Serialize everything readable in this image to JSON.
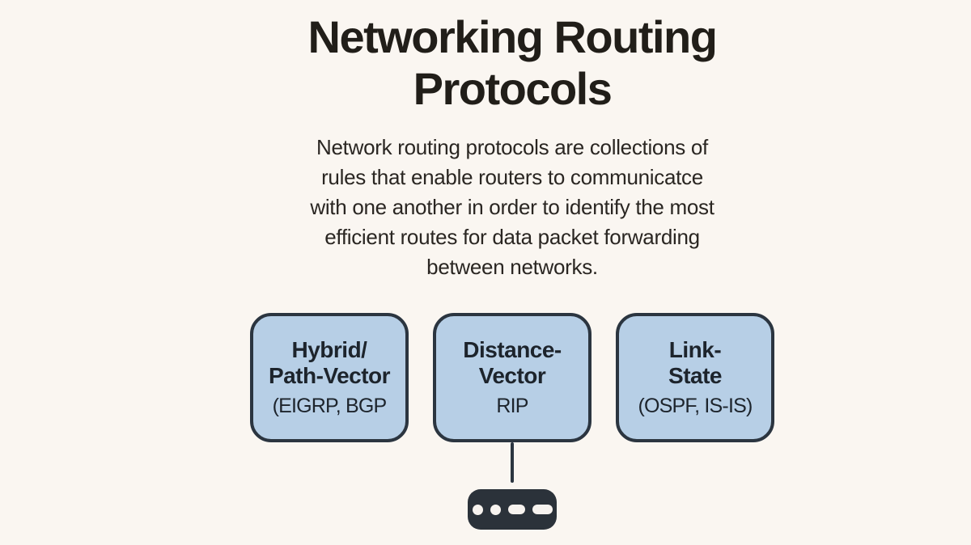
{
  "page": {
    "title": "Networking Routing\nProtocols",
    "description": "Network routing protocols are collections of\nrules that enable routers to communicatce\nwith one another in order to identify the most\nefficient routes for data packet forwarding\nbetween networks."
  },
  "boxes": [
    {
      "id": "hybrid-path-vector",
      "heading": "Hybrid/\nPath-Vector",
      "subtext": "(EIGRP, BGP"
    },
    {
      "id": "distance-vector",
      "heading": "Distance-\nVector",
      "subtext": "RIP"
    },
    {
      "id": "link-state",
      "heading": "Link-\nState",
      "subtext": "(OSPF, IS-IS)"
    }
  ],
  "icons": {
    "router_device": "router-device-icon",
    "router_port_count": 4
  },
  "colors": {
    "background": "#faf6f1",
    "text": "#221f1b",
    "box_fill": "#b7cfe6",
    "box_border": "#2b3540",
    "connector_line": "#2b3540",
    "router_fill": "#2b323a",
    "router_ports": "#f7f3ef"
  }
}
